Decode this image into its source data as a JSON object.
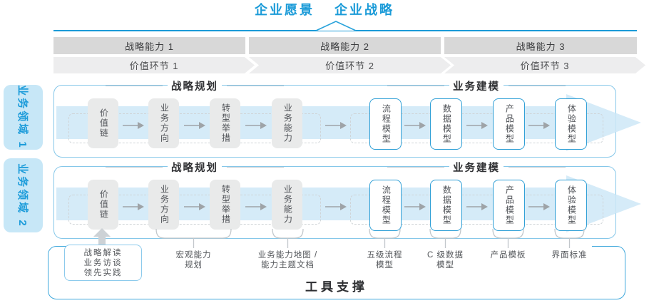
{
  "title": {
    "vision": "企业愿景",
    "strategy": "企业战略"
  },
  "capability_bars": [
    "战略能力 1",
    "战略能力 2",
    "战略能力 3"
  ],
  "value_links": [
    "价值环节 1",
    "价值环节 2",
    "价值环节 3"
  ],
  "domains": [
    {
      "label": "业务领域 1"
    },
    {
      "label": "业务领域 2"
    }
  ],
  "sections": {
    "planning": "战略规划",
    "modeling": "业务建模"
  },
  "flow_nodes": [
    {
      "label": "价值链",
      "variant": "gray"
    },
    {
      "label": "业务方向",
      "variant": "gray"
    },
    {
      "label": "转型举措",
      "variant": "gray"
    },
    {
      "label": "业务能力",
      "variant": "gray"
    },
    {
      "label": "流程模型",
      "variant": "outlined"
    },
    {
      "label": "数据模型",
      "variant": "outlined"
    },
    {
      "label": "产品模型",
      "variant": "outlined"
    },
    {
      "label": "体验模型",
      "variant": "outlined"
    }
  ],
  "annotations": {
    "practice_box": [
      "战略解读",
      "业务访谈",
      "领先实践"
    ],
    "braced": [
      {
        "lines": [
          "宏观能力",
          "规划"
        ]
      },
      {
        "lines": [
          "业务能力地图 /",
          "能力主题文档"
        ]
      },
      {
        "lines": [
          "五级流程",
          "模型"
        ]
      },
      {
        "lines": [
          "C 级数据",
          "模型"
        ]
      },
      {
        "lines": [
          "产品模板"
        ]
      },
      {
        "lines": [
          "界面标准"
        ]
      }
    ]
  },
  "footer": {
    "label": "工具支撑"
  },
  "colors": {
    "accent_blue": "#1b9bd8",
    "container_border": "#85c7e9",
    "band_fill": "#cee7f7",
    "bar_gray": "#d8d8d8",
    "band_gray": "#ededee",
    "node_gray": "#e9eaea",
    "outlined_border": "#2f9fd6",
    "domain_fill": "#c7e7f7"
  }
}
